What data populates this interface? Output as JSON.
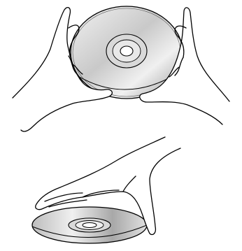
{
  "illustration": {
    "panels": [
      {
        "id": "hold-disc",
        "disc_view": "face-on",
        "hands": 2
      },
      {
        "id": "place-disc",
        "disc_view": "tilted",
        "hands": 1
      }
    ],
    "colors": {
      "line": "#000000",
      "background": "#ffffff",
      "disc_light": "#f2f2f2",
      "disc_mid": "#b8b8b8",
      "disc_dark": "#8a8a8a",
      "hub": "#d9d9d9"
    }
  }
}
